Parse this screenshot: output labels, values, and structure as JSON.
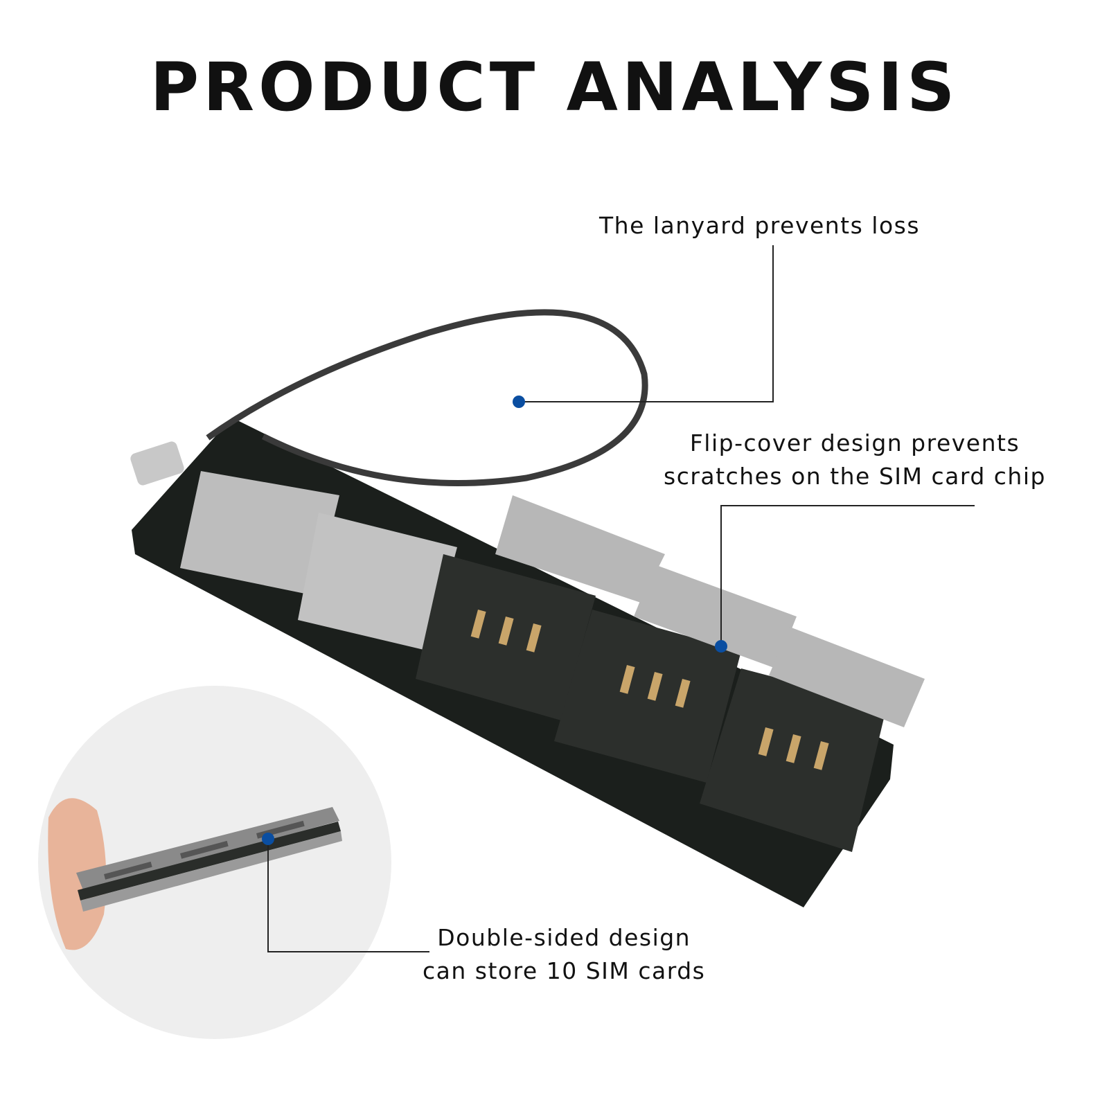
{
  "page": {
    "title": "PRODUCT ANALYSIS"
  },
  "callouts": {
    "lanyard": {
      "line1": "The lanyard prevents loss"
    },
    "flip_cover": {
      "line1": "Flip-cover design prevents",
      "line2": "scratches on the SIM card chip"
    },
    "double_sided": {
      "line1": "Double-sided design",
      "line2": "can store 10 SIM cards"
    }
  },
  "colors": {
    "marker": "#0a4ea1",
    "leader_line": "#222222",
    "board": "#1b1f1c",
    "metal": "#b9b9b9",
    "inset_bg": "#eeeeee"
  },
  "icons": [
    "product-photo",
    "inset-edge-view-photo",
    "callout-dot-marker"
  ]
}
